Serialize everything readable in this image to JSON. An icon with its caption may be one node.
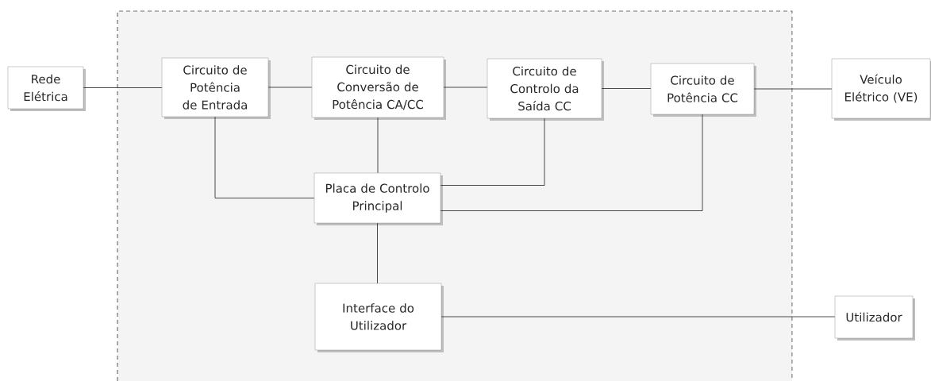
{
  "diagram": {
    "nodes": [
      {
        "text": [],
        "shape": "box"
      },
      {
        "text": [
          "Rede Elétrica"
        ]
      },
      {
        "text": [
          "Circuito de Potência de Entrada"
        ],
        "in": 0
      },
      {
        "text": [
          "Circuito de Conversão de Potência CA/CC"
        ],
        "in": 0
      },
      {
        "text": [
          "Circuito de Controlo da Saída CC"
        ],
        "in": 0
      },
      {
        "text": [
          "Circuito de Potência CC"
        ],
        "in": 0
      },
      {
        "text": [
          "Veículo Elétrico (VE)"
        ]
      },
      {
        "text": [
          "Placa de Controlo Principal"
        ],
        "in": 0
      },
      {
        "text": [
          "Interface do Utilizador"
        ],
        "in": 0
      },
      {
        "text": [
          "Utilizador"
        ]
      }
    ],
    "edges": [
      {
        "from": 1,
        "to": 2,
        "arrow": "none"
      },
      {
        "from": 2,
        "to": 3,
        "arrow": "none"
      },
      {
        "from": 3,
        "to": 4,
        "arrow": "none"
      },
      {
        "from": 4,
        "to": 5,
        "arrow": "none"
      },
      {
        "from": 5,
        "to": 6,
        "arrow": "none"
      },
      {
        "from": 2,
        "to": 7,
        "arrow": "none"
      },
      {
        "from": 3,
        "to": 7,
        "arrow": "none"
      },
      {
        "from": 4,
        "to": 7,
        "arrow": "none"
      },
      {
        "from": 5,
        "to": 7,
        "arrow": "none"
      },
      {
        "from": 7,
        "to": 8,
        "arrow": "none"
      },
      {
        "from": 8,
        "to": 9,
        "arrow": "none"
      }
    ]
  }
}
